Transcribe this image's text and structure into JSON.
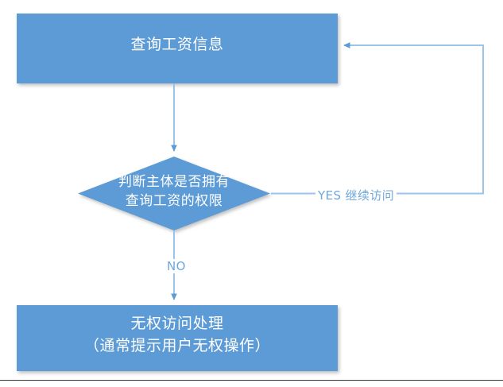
{
  "diagram": {
    "title": "",
    "type": "flowchart",
    "orientation": "top-to-bottom",
    "colors": {
      "node_fill": "#5B9BD5",
      "node_text": "#FFFFFF",
      "connector": "#9DC3E6",
      "connector_label_text": "#6FA8DC",
      "canvas_background": "#FFFFFF",
      "bottom_rule": "#3A3A3A"
    },
    "nodes": [
      {
        "id": "process-start",
        "shape": "rectangle",
        "label": "查询工资信息",
        "lines": [
          "查询工资信息"
        ]
      },
      {
        "id": "decision-permission",
        "shape": "diamond",
        "label": "判断主体是否拥有查询工资的权限",
        "lines": [
          "判断主体是否拥有",
          "查询工资的权限"
        ]
      },
      {
        "id": "process-deny",
        "shape": "rectangle",
        "label": "无权访问处理（通常提示用户无权操作）",
        "lines": [
          "无权访问处理",
          "（通常提示用户无权操作）"
        ]
      }
    ],
    "edges": [
      {
        "id": "edge-start-to-decision",
        "from": "process-start",
        "to": "decision-permission",
        "label": "",
        "arrow": true
      },
      {
        "id": "edge-decision-yes",
        "from": "decision-permission",
        "to": "process-start",
        "label": "YES 继续访问",
        "arrow": true
      },
      {
        "id": "edge-decision-no",
        "from": "decision-permission",
        "to": "process-deny",
        "label": "NO",
        "arrow": true
      }
    ]
  }
}
